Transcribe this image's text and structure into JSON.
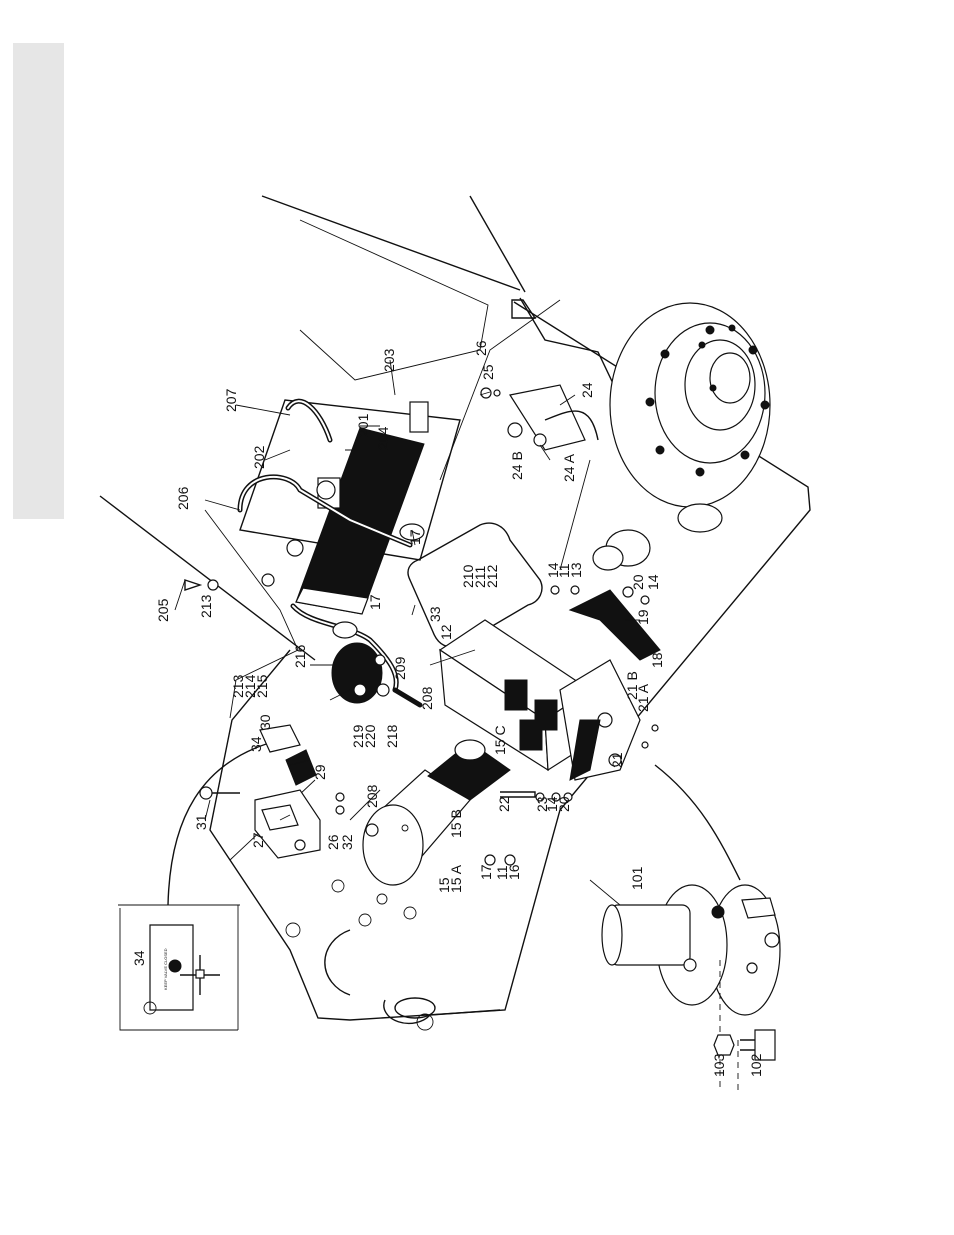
{
  "callouts": {
    "c11a": "11",
    "c11b": "11",
    "c12": "12",
    "c13": "13",
    "c14a": "14",
    "c14b": "14",
    "c14c": "14",
    "c15": "15",
    "c15a": "15 A",
    "c15b": "15 B",
    "c15c": "15 C",
    "c16": "16",
    "c17a": "17",
    "c17b": "17",
    "c17c": "17",
    "c18": "18",
    "c19": "19",
    "c20a": "20",
    "c20b": "20",
    "c21": "21",
    "c21a": "21 A",
    "c21b": "21 B",
    "c22": "22",
    "c23": "23",
    "c24": "24",
    "c24a": "24 A",
    "c24b": "24 B",
    "c25": "25",
    "c26a": "26",
    "c26b": "26",
    "c27": "27",
    "c29": "29",
    "c30": "30",
    "c31": "31",
    "c32": "32",
    "c33": "33",
    "c34a": "34",
    "c34b": "34",
    "c101": "101",
    "c102": "102",
    "c103": "103",
    "c201": "201",
    "c202": "202",
    "c203": "203",
    "c204": "204",
    "c205": "205",
    "c206": "206",
    "c207": "207",
    "c208a": "208",
    "c208b": "208",
    "c209": "209",
    "c210": "210",
    "c211": "211",
    "c212": "212",
    "c213a": "213",
    "c213b": "213",
    "c214": "214",
    "c215": "215",
    "c216": "216",
    "c218": "218",
    "c219": "219",
    "c220": "220"
  },
  "inset_plate": {
    "text": "KEEP VALVE CLOSED"
  },
  "icons": [
    "flange-icon",
    "battery-icon",
    "solenoid-icon",
    "valve-block-icon",
    "motor-icon",
    "pump-icon"
  ]
}
